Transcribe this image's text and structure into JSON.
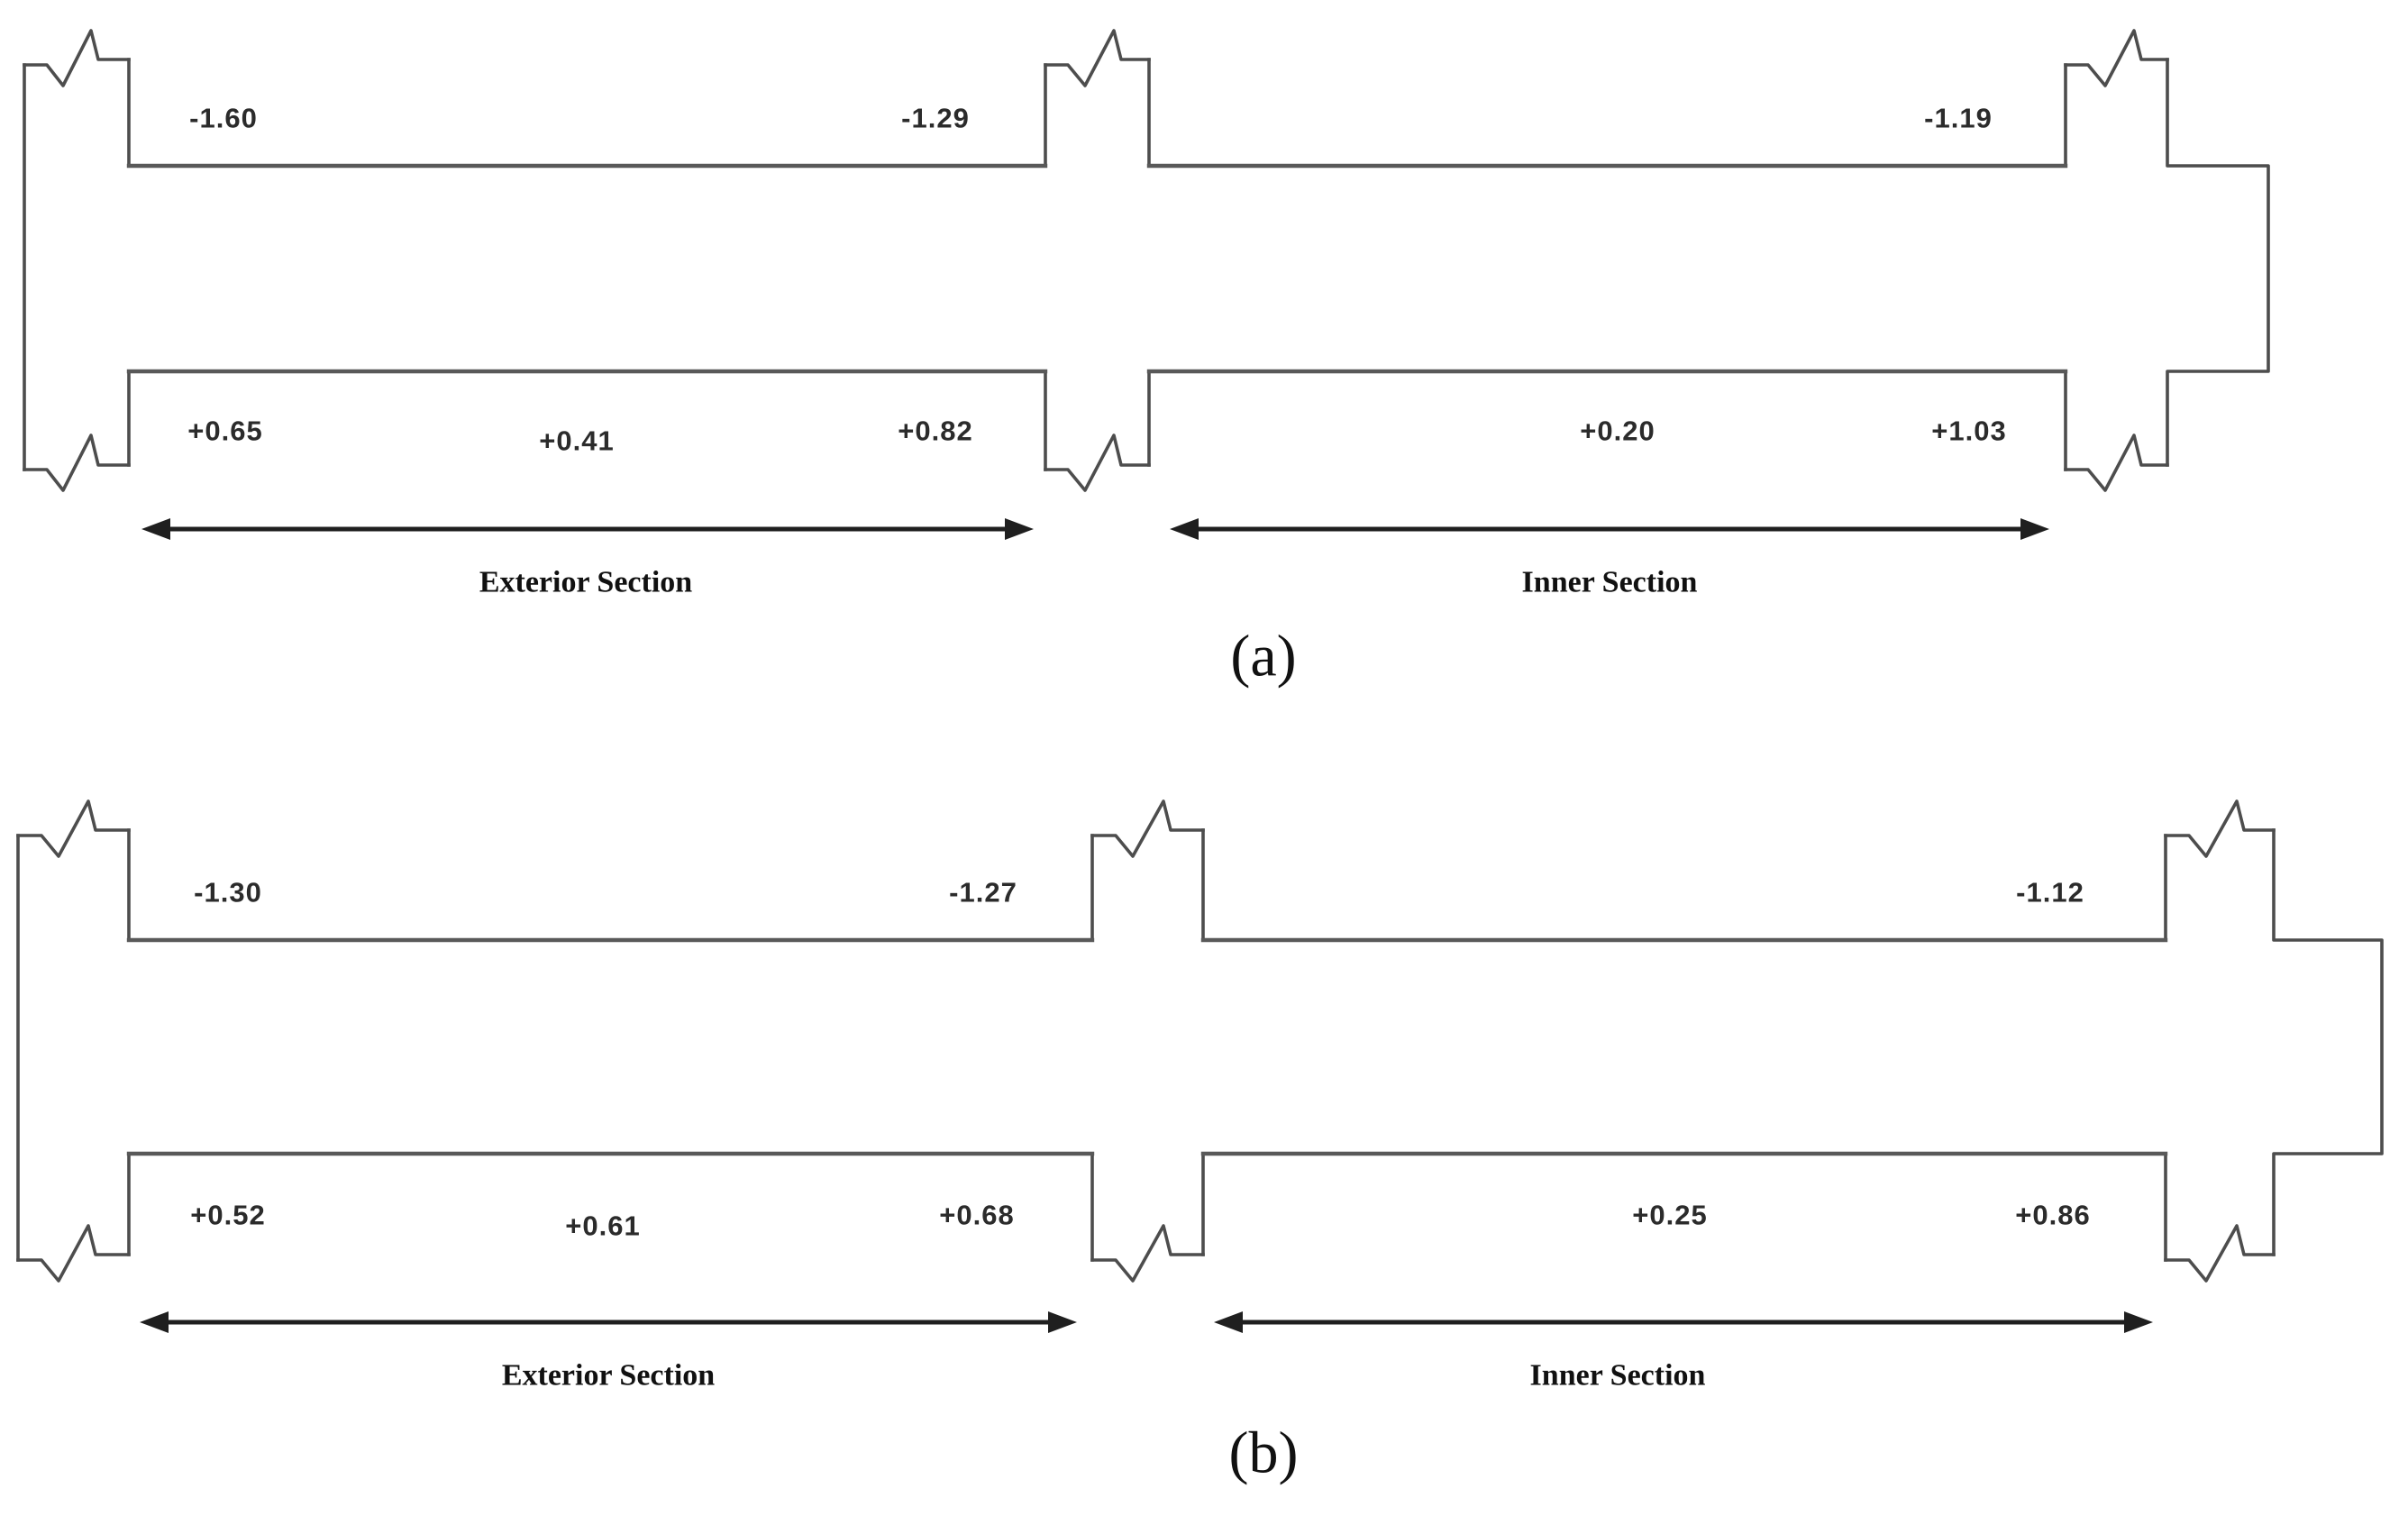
{
  "figure": {
    "line_color": "#4d4d4d",
    "arrow_color": "#1f1f1f",
    "text_color": "#2b2b2b",
    "panels": [
      {
        "label": "(a)",
        "top_moments": [
          "-1.60",
          "-1.29",
          "-1.19"
        ],
        "bottom_moments": [
          "+0.65",
          "+0.41",
          "+0.82",
          "+0.20",
          "+1.03"
        ],
        "sections": {
          "exterior": "Exterior Section",
          "inner": "Inner Section"
        }
      },
      {
        "label": "(b)",
        "top_moments": [
          "-1.30",
          "-1.27",
          "-1.12"
        ],
        "bottom_moments": [
          "+0.52",
          "+0.61",
          "+0.68",
          "+0.25",
          "+0.86"
        ],
        "sections": {
          "exterior": "Exterior Section",
          "inner": "Inner Section"
        }
      }
    ]
  }
}
